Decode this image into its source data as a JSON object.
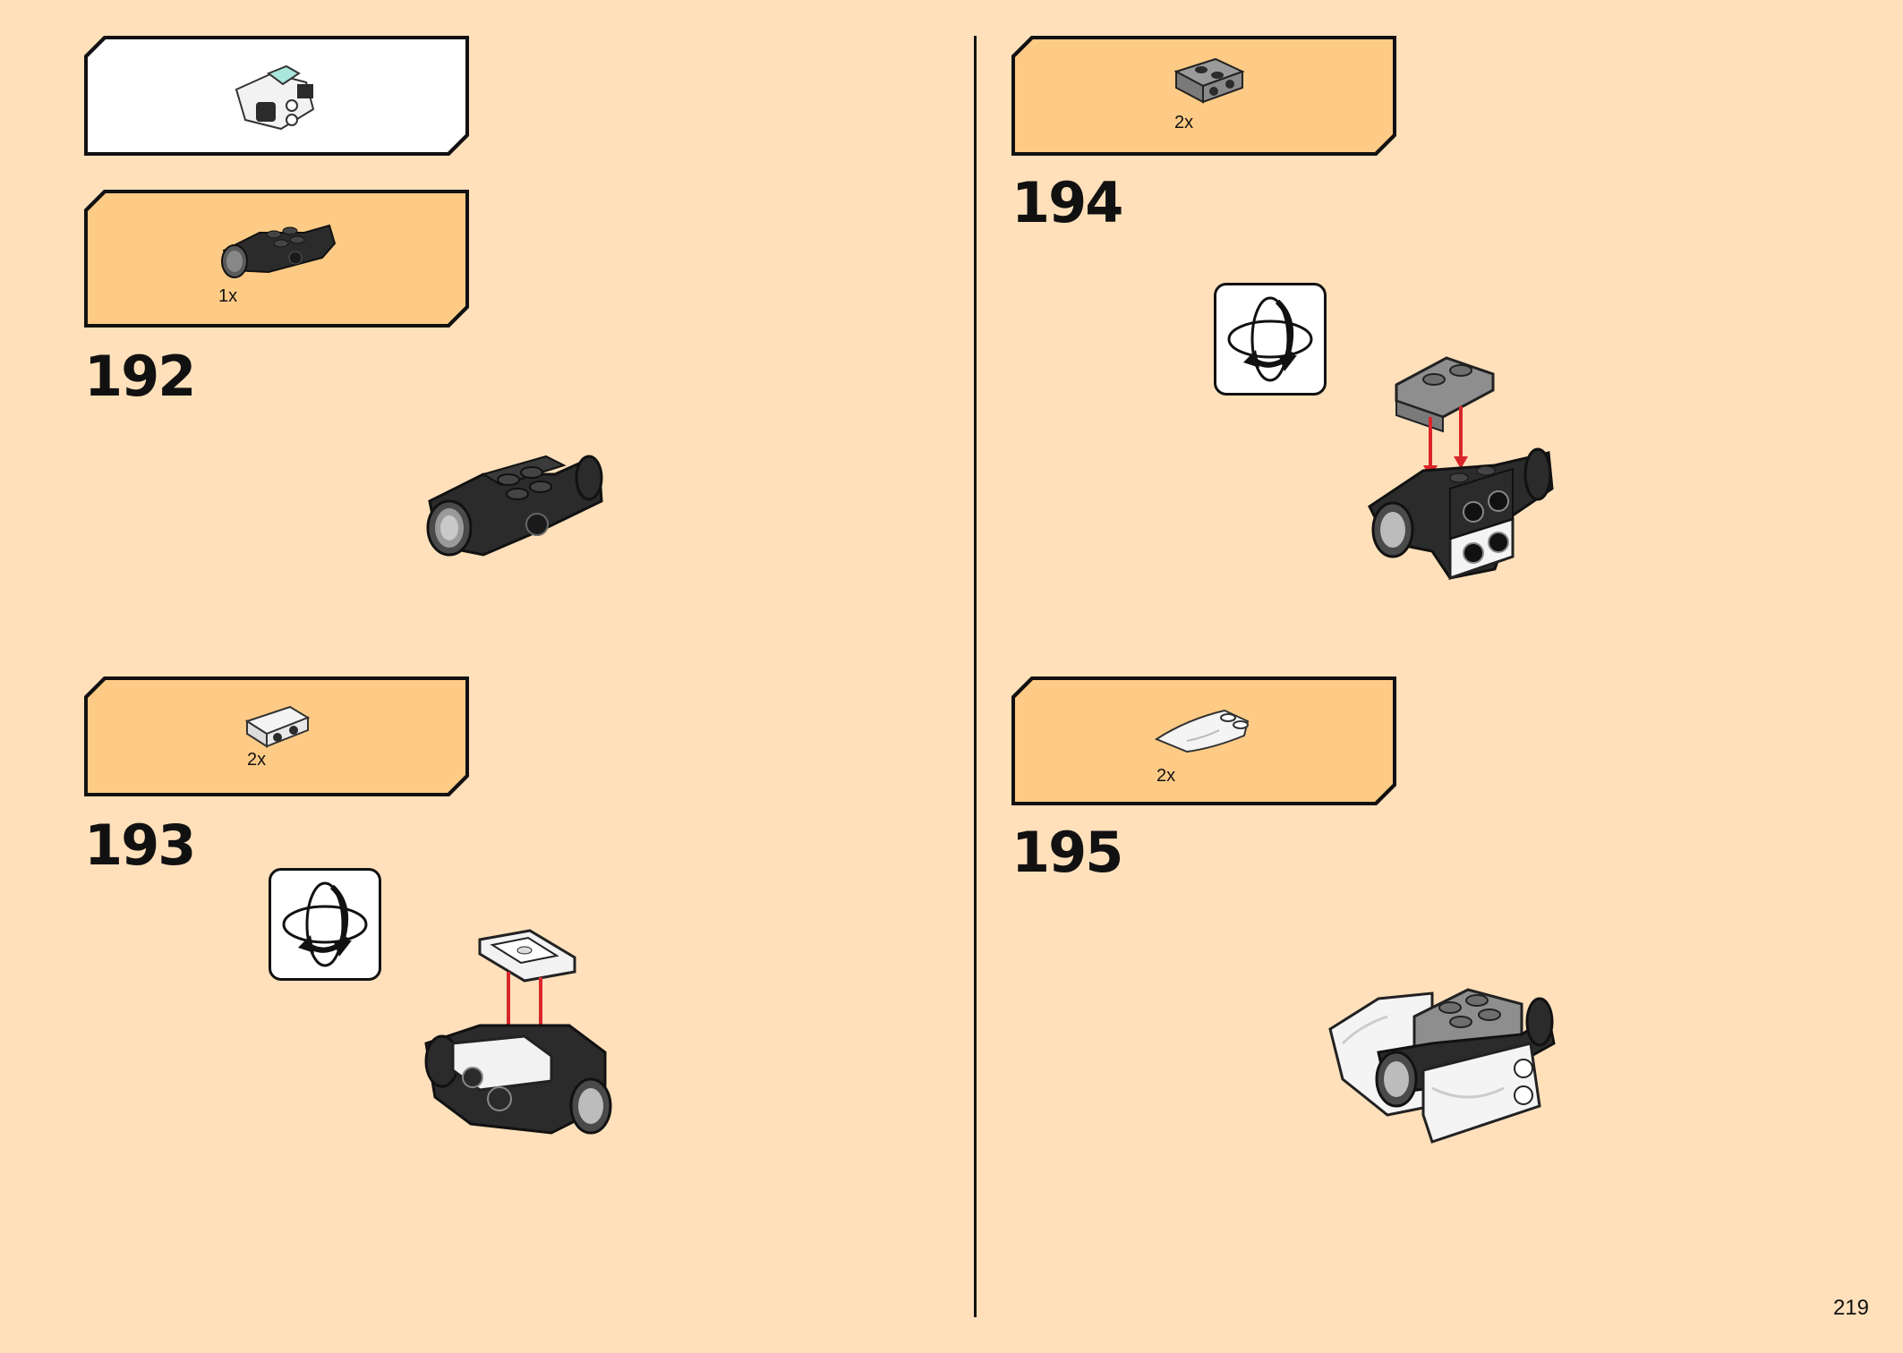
{
  "steps": [
    {
      "number": "192",
      "parts": [
        {
          "qty": "1x",
          "icon": "black-technic-axle-block"
        }
      ]
    },
    {
      "number": "193",
      "parts": [
        {
          "qty": "2x",
          "icon": "white-bracket-plate"
        }
      ]
    },
    {
      "number": "194",
      "parts": [
        {
          "qty": "2x",
          "icon": "gray-bracket-plate"
        }
      ]
    },
    {
      "number": "195",
      "parts": [
        {
          "qty": "2x",
          "icon": "white-curved-slope"
        }
      ]
    }
  ],
  "page": {
    "number": "219"
  },
  "colors": {
    "background": "#ffe0bb",
    "parts_box": "#fecb86",
    "arrow": "#d9262b",
    "brick_black": "#2b2b2b",
    "brick_gray": "#8e8e8e"
  }
}
